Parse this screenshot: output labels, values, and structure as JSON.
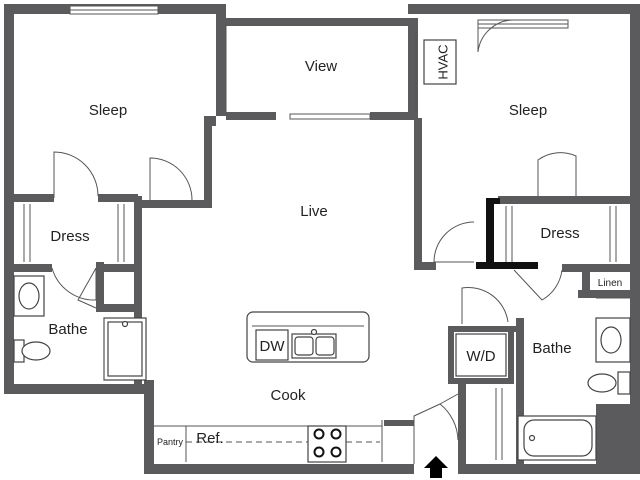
{
  "rooms": {
    "sleep_left": "Sleep",
    "view": "View",
    "hvac": "HVAC",
    "sleep_right": "Sleep",
    "live": "Live",
    "dress_left": "Dress",
    "dress_right": "Dress",
    "bathe_left": "Bathe",
    "bathe_right": "Bathe",
    "linen": "Linen",
    "dw": "DW",
    "wd": "W/D",
    "cook": "Cook",
    "pantry": "Pantry",
    "ref": "Ref."
  },
  "colors": {
    "wall": "#5b5b5d",
    "accent_wall": "#111111",
    "entry_arrow": "#000000"
  },
  "icons": {
    "entry": "entry-arrow-icon"
  }
}
